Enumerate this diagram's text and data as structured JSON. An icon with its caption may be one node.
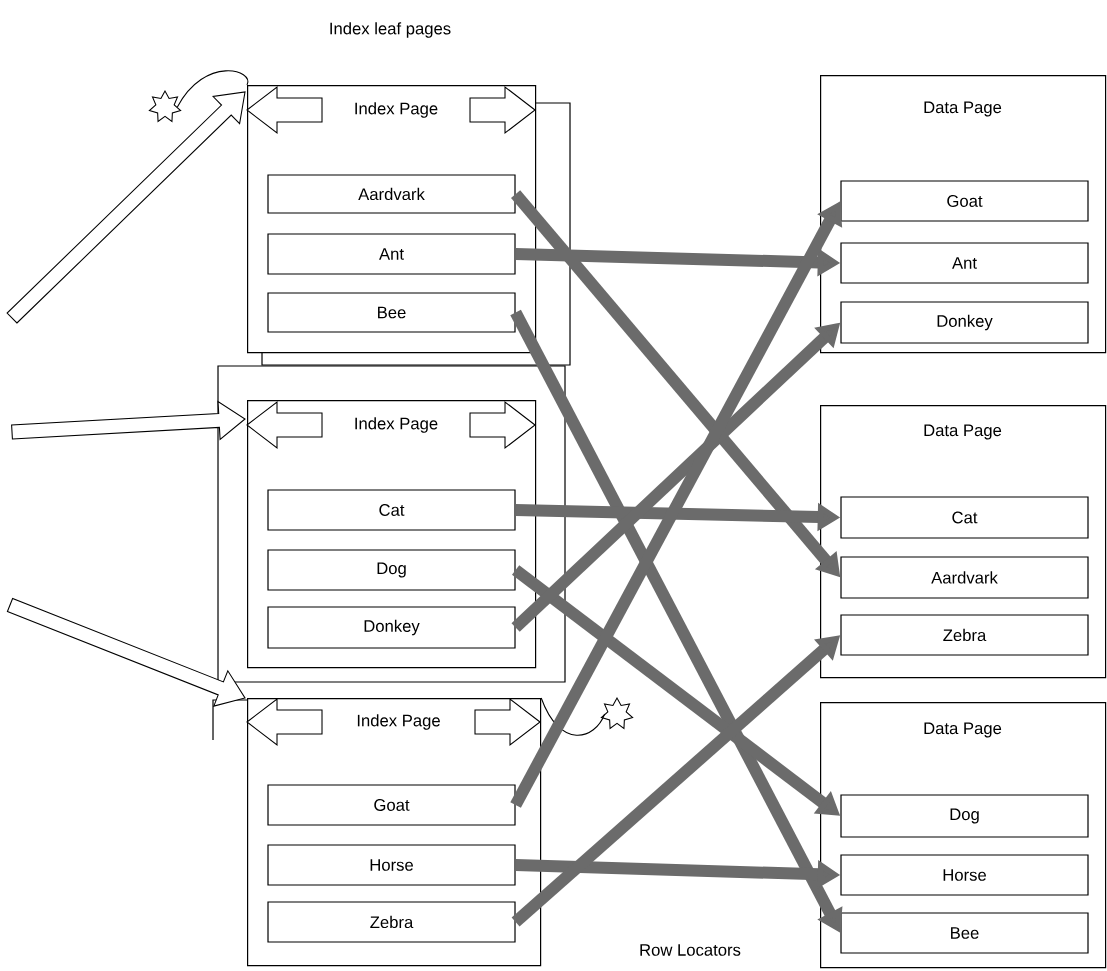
{
  "diagram": {
    "nodes": [
      {
        "text": [
          "Index Page"
        ]
      },
      {
        "text": [
          "Aardvark"
        ],
        "in": 0
      },
      {
        "text": [
          "Ant"
        ],
        "in": 0
      },
      {
        "text": [
          "Bee"
        ],
        "in": 0
      },
      {
        "text": [
          "Index Page"
        ]
      },
      {
        "text": [
          "Cat"
        ],
        "in": 4
      },
      {
        "text": [
          "Dog"
        ],
        "in": 4
      },
      {
        "text": [
          "Donkey"
        ],
        "in": 4
      },
      {
        "text": [
          "Index Page"
        ]
      },
      {
        "text": [
          "Goat"
        ],
        "in": 8
      },
      {
        "text": [
          "Horse"
        ],
        "in": 8
      },
      {
        "text": [
          "Zebra"
        ],
        "in": 8
      },
      {
        "text": [
          "Data Page"
        ]
      },
      {
        "text": [
          "Goat"
        ],
        "in": 12
      },
      {
        "text": [
          "Ant"
        ],
        "in": 12
      },
      {
        "text": [
          "Donkey"
        ],
        "in": 12
      },
      {
        "text": [
          "Data Page"
        ]
      },
      {
        "text": [
          "Cat"
        ],
        "in": 16
      },
      {
        "text": [
          "Aardvark"
        ],
        "in": 16
      },
      {
        "text": [
          "Zebra"
        ],
        "in": 16
      },
      {
        "text": [
          "Data Page"
        ]
      },
      {
        "text": [
          "Dog"
        ],
        "in": 20
      },
      {
        "text": [
          "Horse"
        ],
        "in": 20
      },
      {
        "text": [
          "Bee"
        ],
        "in": 20
      },
      {
        "text": [],
        "shape": "star"
      },
      {
        "text": [],
        "shape": "star"
      }
    ],
    "edges": [
      {
        "from": null,
        "to": 0,
        "arrow": "to",
        "color": "#000000"
      },
      {
        "from": null,
        "to": 4,
        "arrow": "to",
        "color": "#000000"
      },
      {
        "from": null,
        "to": 8,
        "arrow": "to",
        "color": "#000000"
      },
      {
        "from": 24,
        "to": 0,
        "arrow": "none",
        "color": "#000000"
      },
      {
        "from": 8,
        "to": 25,
        "arrow": "none",
        "color": "#000000"
      },
      {
        "from": 1,
        "to": 18,
        "arrow": "to"
      },
      {
        "from": 2,
        "to": 14,
        "arrow": "to"
      },
      {
        "from": 3,
        "to": 23,
        "arrow": "to"
      },
      {
        "from": 5,
        "to": 17,
        "arrow": "to"
      },
      {
        "from": 6,
        "to": 21,
        "arrow": "to"
      },
      {
        "from": 7,
        "to": 15,
        "arrow": "to"
      },
      {
        "from": 9,
        "to": 13,
        "arrow": "to"
      },
      {
        "from": 10,
        "to": 22,
        "arrow": "to"
      },
      {
        "from": 11,
        "to": 19,
        "arrow": "to"
      }
    ],
    "labels": [
      "Index leaf pages",
      "Row Locators"
    ]
  }
}
